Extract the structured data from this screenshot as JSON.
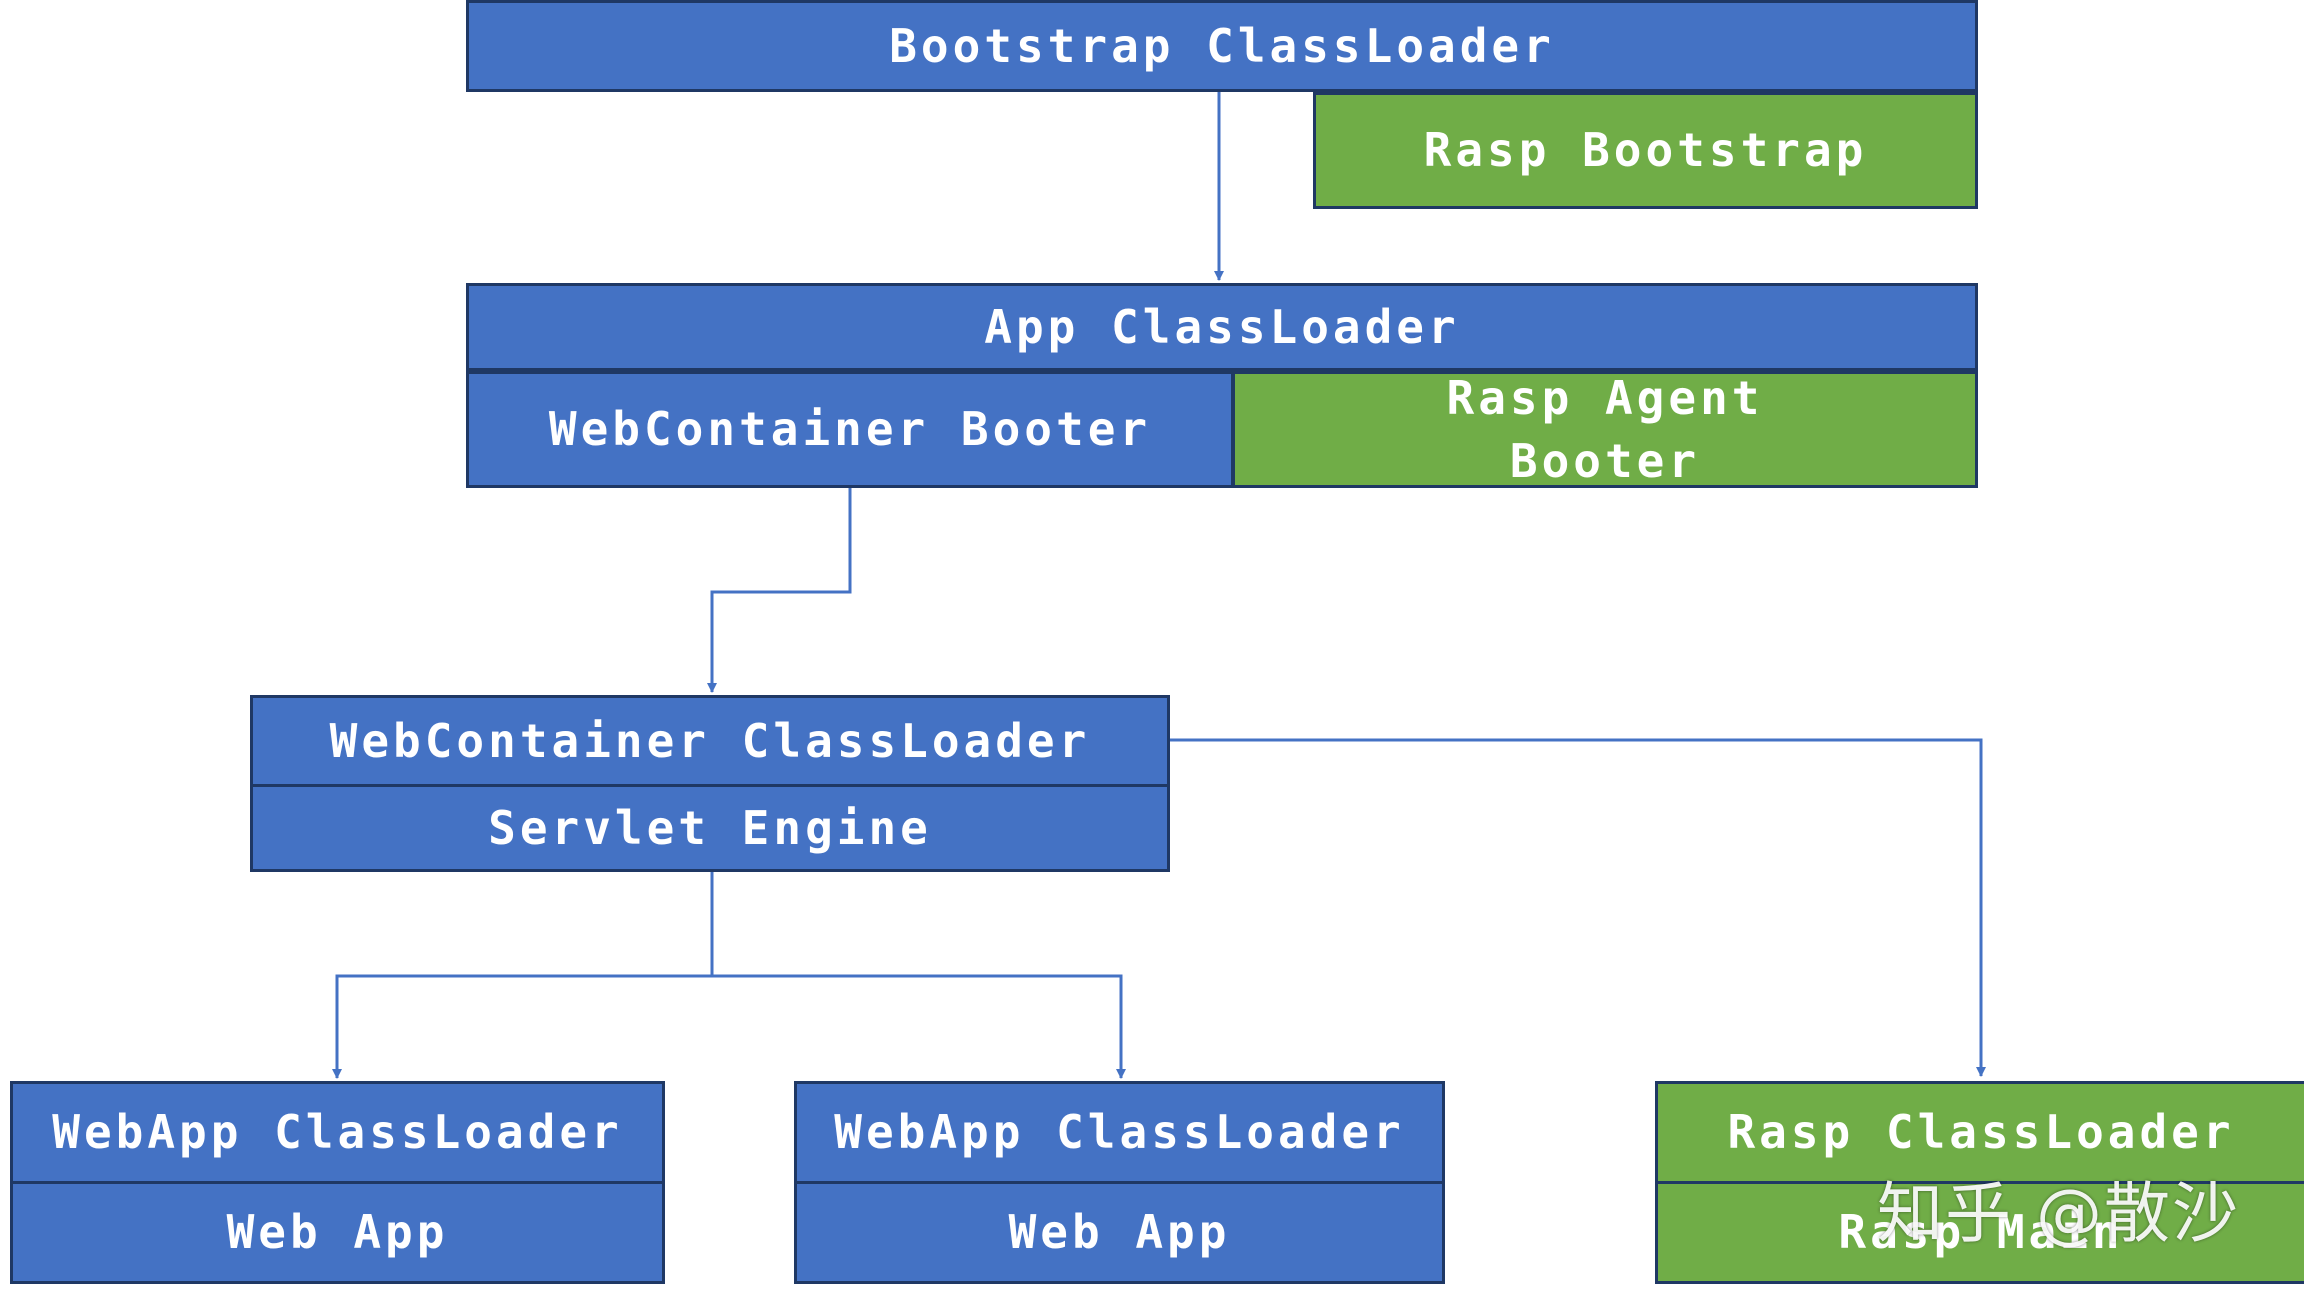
{
  "colors": {
    "blue_box": "#4472c4",
    "green_box": "#70ad47",
    "border": "#1f3864",
    "arrow": "#4472c4"
  },
  "bootstrap": {
    "title": "Bootstrap ClassLoader",
    "sub": "Rasp Bootstrap"
  },
  "app": {
    "title": "App ClassLoader",
    "left": "WebContainer Booter",
    "right": "Rasp Agent\nBooter"
  },
  "webcontainer": {
    "title": "WebContainer ClassLoader",
    "sub": "Servlet Engine"
  },
  "webapp1": {
    "title": "WebApp ClassLoader",
    "sub": "Web App"
  },
  "webapp2": {
    "title": "WebApp ClassLoader",
    "sub": "Web App"
  },
  "rasp": {
    "title": "Rasp ClassLoader",
    "sub": "Rasp Main"
  },
  "watermark": "知乎 @散沙"
}
